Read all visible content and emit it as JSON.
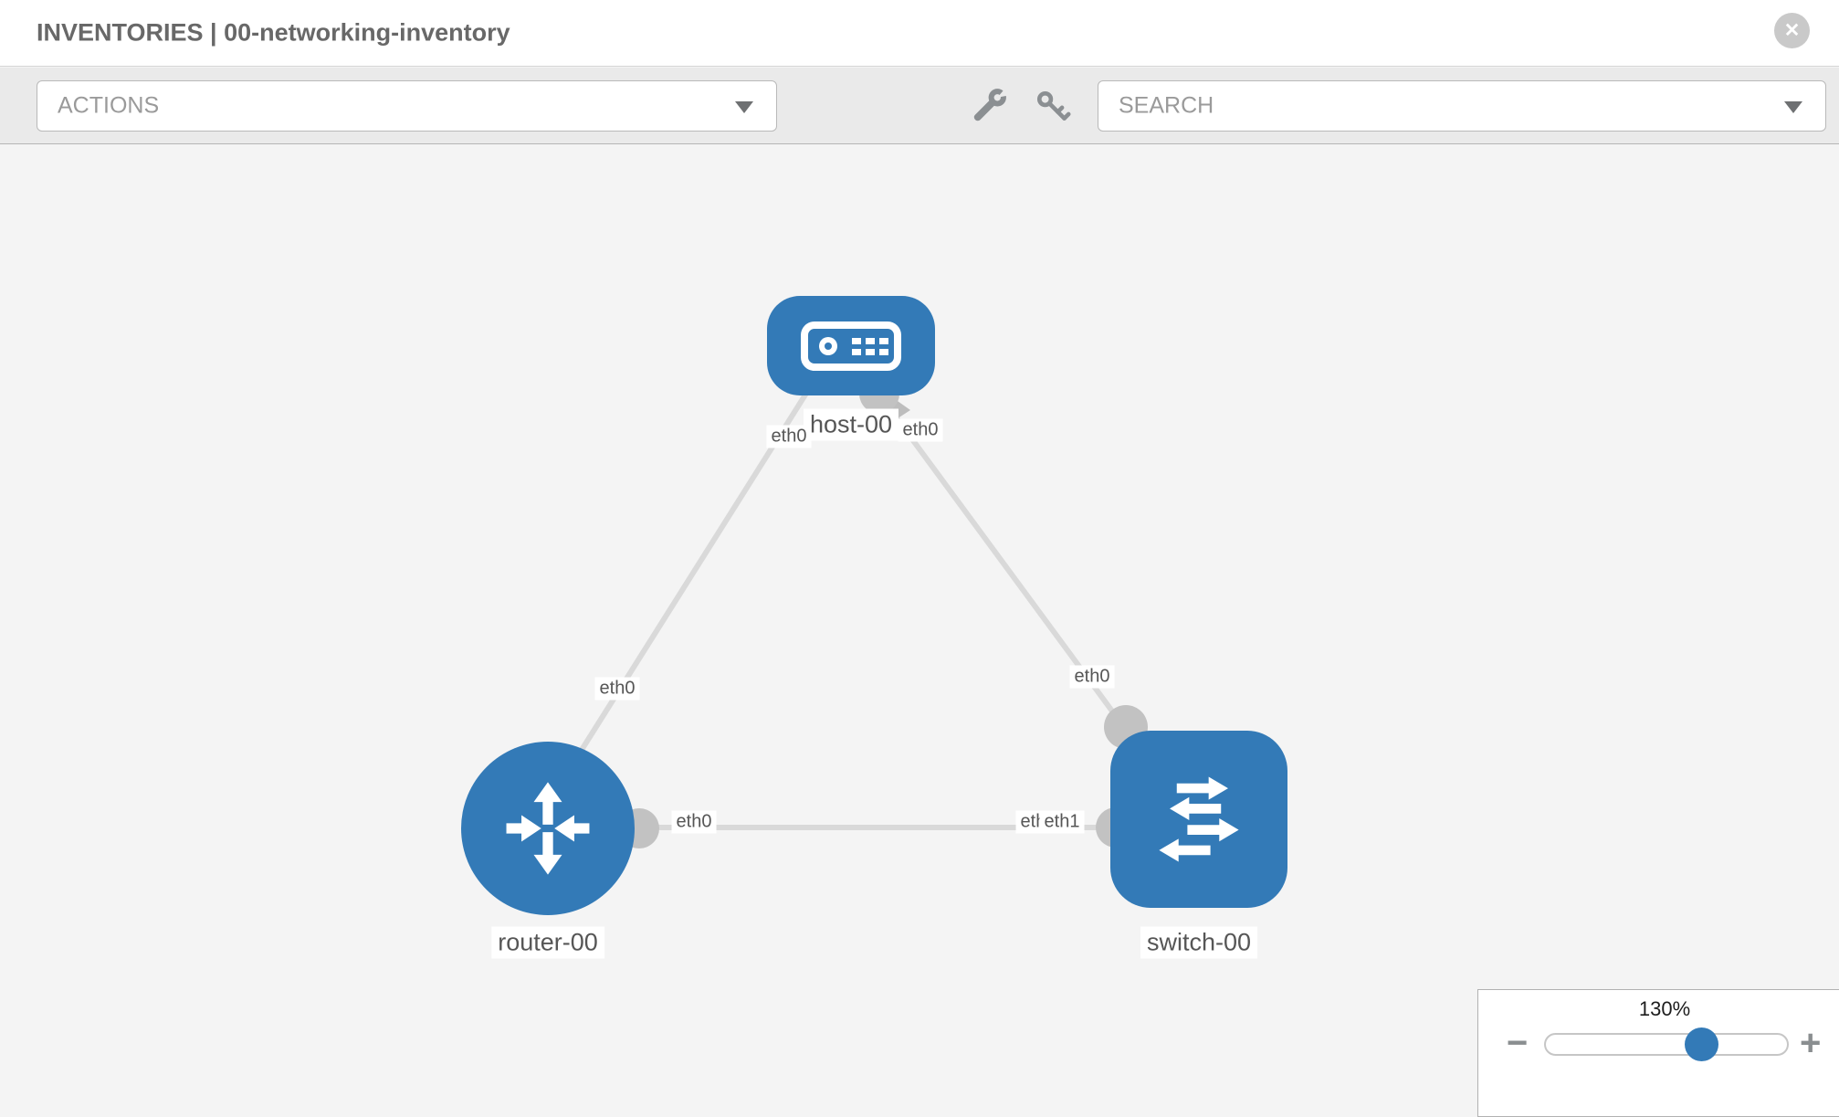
{
  "header": {
    "title": "INVENTORIES | 00-networking-inventory",
    "close_glyph": "✕"
  },
  "toolbar": {
    "actions_label": "ACTIONS",
    "search_label": "SEARCH",
    "icons": [
      "wrench-icon",
      "key-icon"
    ]
  },
  "topology": {
    "nodes": [
      {
        "id": "host-00",
        "type": "host",
        "label": "host-00"
      },
      {
        "id": "router-00",
        "type": "router",
        "label": "router-00"
      },
      {
        "id": "switch-00",
        "type": "switch",
        "label": "switch-00"
      }
    ],
    "links": [
      {
        "from": "host-00",
        "to": "router-00",
        "from_interface": "eth0",
        "to_interface": "eth0"
      },
      {
        "from": "host-00",
        "to": "switch-00",
        "from_interface": "eth0",
        "to_interface": "eth0"
      },
      {
        "from": "router-00",
        "to": "switch-00",
        "from_interface": "eth0",
        "to_interface": "eth1"
      }
    ],
    "interface_labels": {
      "host_left": "eth0",
      "host_right": "eth0",
      "router_link": "eth0",
      "switch_top": "eth0",
      "router_right": "eth0",
      "switch_left_under": "eth0",
      "switch_left_over": "eth1"
    }
  },
  "zoom_control": {
    "percent": "130%",
    "minus_glyph": "−",
    "plus_glyph": "+"
  },
  "colors": {
    "node_blue": "#337ab7",
    "link_gray": "#d9d9d9",
    "connector_gray": "#c2c2c2",
    "toolbar_bg": "#eaeaea",
    "canvas_bg": "#f4f4f4"
  }
}
